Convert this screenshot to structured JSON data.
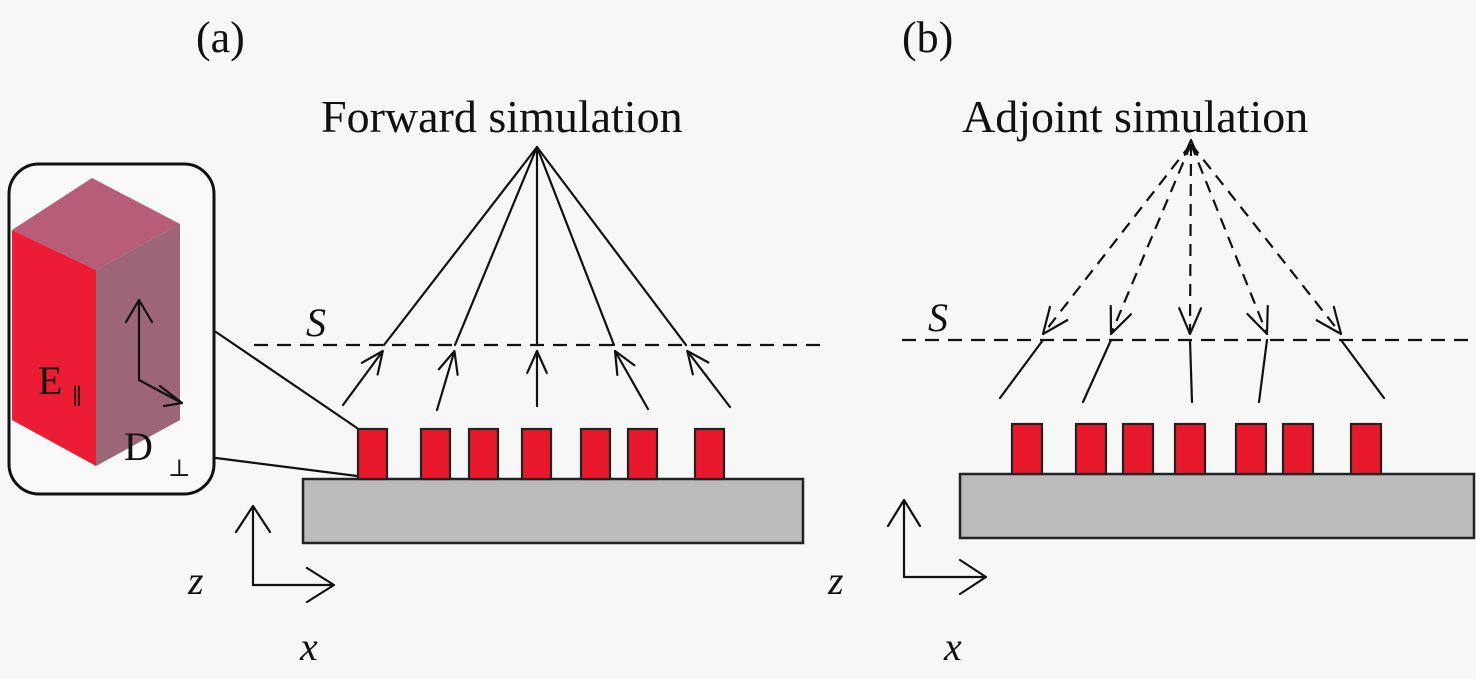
{
  "panels": [
    {
      "label": "(a)",
      "title": "Forward simulation",
      "surface_label": "S",
      "arrow_style": "solid",
      "arrow_direction": "upward-to-source",
      "pillar_count": 7
    },
    {
      "label": "(b)",
      "title": "Adjoint simulation",
      "surface_label": "S",
      "arrow_style": "dashed",
      "arrow_direction": "downward-from-source",
      "pillar_count": 7
    }
  ],
  "inset": {
    "field_parallel": "E",
    "field_parallel_sub": "∥",
    "field_perp": "D",
    "field_perp_sub": "⊥"
  },
  "axes": {
    "vertical": "z",
    "horizontal": "x"
  },
  "colors": {
    "pillar": "#e8192c",
    "substrate": "#bbbbbb",
    "block_front": "#ec1c34",
    "block_side": "#9c6676",
    "block_top": "#b85d78"
  }
}
